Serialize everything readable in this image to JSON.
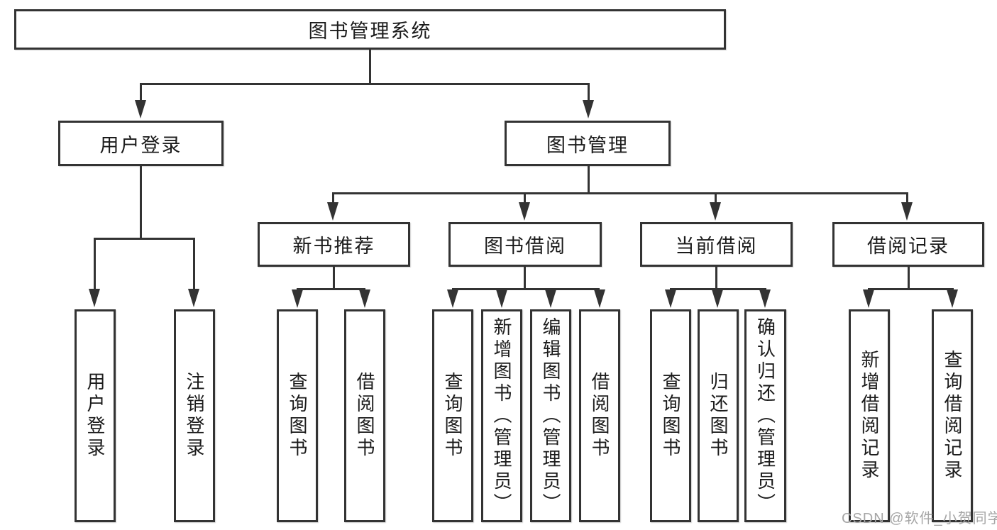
{
  "colors": {
    "line": "#333333",
    "text": "#1b1b1b",
    "box_background": "#ffffff",
    "watermark": "#a6a6a6"
  },
  "watermark": {
    "text": "CSDN @软件_小贺同学"
  },
  "tree": {
    "root": {
      "label": "图书管理系统"
    },
    "branches": [
      {
        "label": "用户登录",
        "children": [
          {
            "label": "用户登录"
          },
          {
            "label": "注销登录"
          }
        ]
      },
      {
        "label": "图书管理",
        "children": [
          {
            "label": "新书推荐",
            "children": [
              {
                "label": "查询图书"
              },
              {
                "label": "借阅图书"
              }
            ]
          },
          {
            "label": "图书借阅",
            "children": [
              {
                "label": "查询图书"
              },
              {
                "label": "新增图书（管理员）"
              },
              {
                "label": "编辑图书（管理员）"
              },
              {
                "label": "借阅图书"
              }
            ]
          },
          {
            "label": "当前借阅",
            "children": [
              {
                "label": "查询图书"
              },
              {
                "label": "归还图书"
              },
              {
                "label": "确认归还（管理员）"
              }
            ]
          },
          {
            "label": "借阅记录",
            "children": [
              {
                "label": "新增借阅记录"
              },
              {
                "label": "查询借阅记录"
              }
            ]
          }
        ]
      }
    ]
  }
}
